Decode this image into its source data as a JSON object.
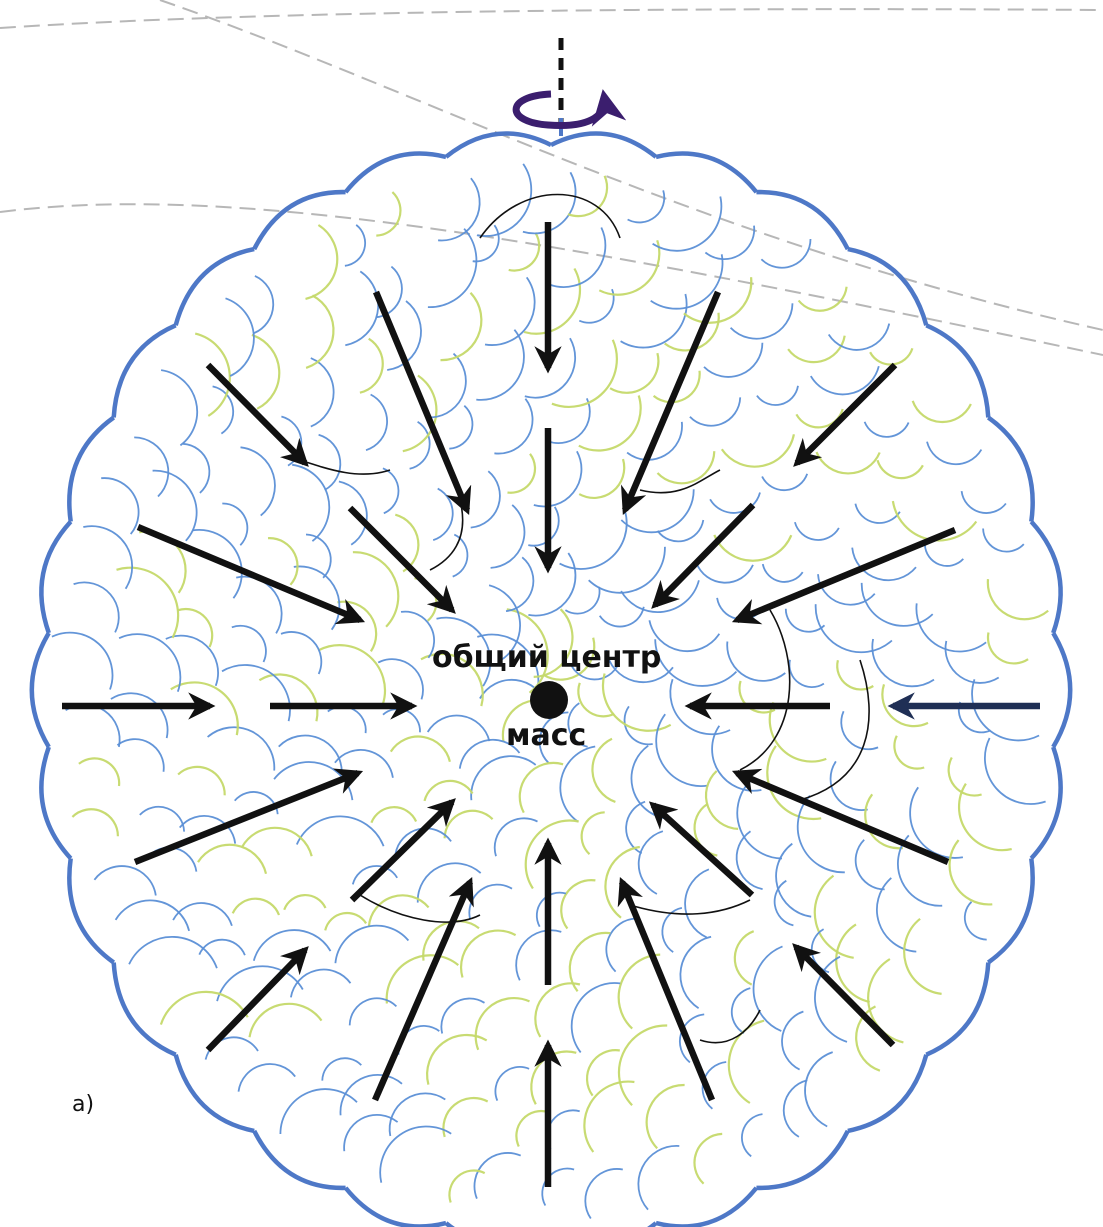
{
  "labels": {
    "center_top": "общий центр",
    "center_bottom": "масс",
    "panel": "а)"
  },
  "colors": {
    "cloud_outline": "#4e78c7",
    "cloud_inner_blue": "#5b8fd6",
    "cloud_inner_green": "#c5d96a",
    "arrow": "#111111",
    "arrow_right_dark": "#1f2f55",
    "rotation_arrow": "#3b1e6e",
    "axis": "#111111",
    "guide_lines": "#b7b7b7"
  },
  "icons": {
    "rotation": "rotation-arrow-icon",
    "center_of_mass": "filled-circle-icon"
  }
}
